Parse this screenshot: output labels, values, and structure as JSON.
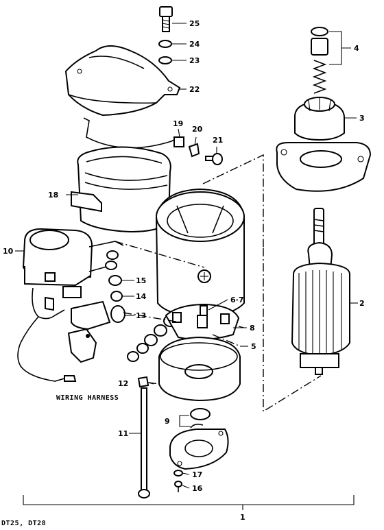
{
  "diagram": {
    "models_caption": "DT25, DT28",
    "wiring_harness_caption": "WIRING HARNESS",
    "callouts": {
      "c1": "1",
      "c2": "2",
      "c3": "3",
      "c4": "4",
      "c5": "5",
      "c6_7": "6·7",
      "c8": "8",
      "c9": "9",
      "c10": "10",
      "c11": "11",
      "c12": "12",
      "c13": "13",
      "c14": "14",
      "c15": "15",
      "c16": "16",
      "c17": "17",
      "c18": "18",
      "c19": "19",
      "c20": "20",
      "c21": "21",
      "c22": "22",
      "c23": "23",
      "c24": "24",
      "c25": "25"
    }
  }
}
